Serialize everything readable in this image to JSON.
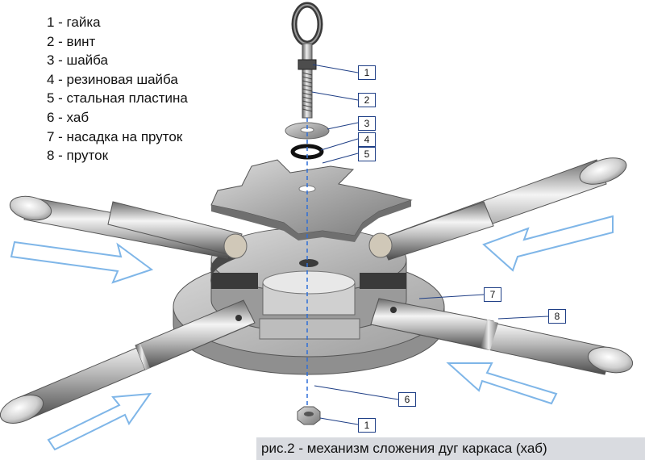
{
  "legend": [
    "1 - гайка",
    "2 - винт",
    "3 - шайба",
    "4 - резиновая шайба",
    "5 - стальная пластина",
    "6 - хаб",
    "7 - насадка на пруток",
    "8 - пруток"
  ],
  "callouts": [
    "1",
    "2",
    "3",
    "4",
    "5",
    "7",
    "8",
    "6",
    "1"
  ],
  "caption": "рис.2 - механизм сложения дуг каркаса  (хаб)",
  "colors": {
    "callout_line": "#1f3f86",
    "axis": "#2e6fd8",
    "arrow": "#7fb6e8",
    "caption_bg": "#d9dbe0"
  }
}
